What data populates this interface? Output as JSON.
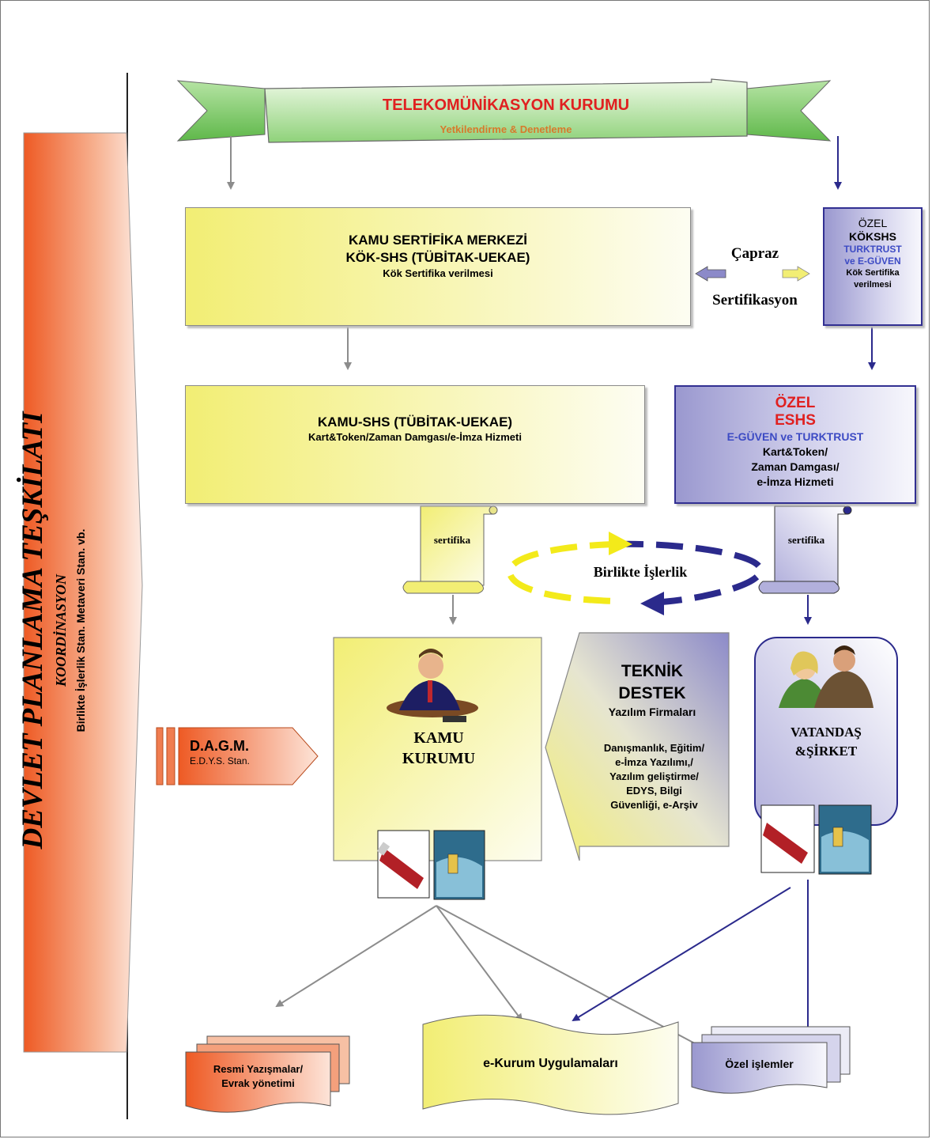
{
  "banner": {
    "title": "TELEKOMÜNİKASYON KURUMU",
    "subtitle": "Yetkilendirme & Denetleme"
  },
  "sidebar": {
    "title": "DEVLET PLANLAMA TEŞKİLATI",
    "subtitle": "KOORDİNASYON",
    "note": "Birlikte İşlerlik Stan.  Metaveri Stan. vb."
  },
  "kamu_sertifika_merkezi": {
    "line1": "KAMU SERTİFİKA MERKEZİ",
    "line2": "KÖK-SHS  (TÜBİTAK-UEKAE)",
    "line3": "Kök Sertifika verilmesi"
  },
  "capraz": {
    "line1": "Çapraz",
    "line2": "Sertifikasyon"
  },
  "ozel_kokshs": {
    "line1": "ÖZEL",
    "line2": "KÖKSHS",
    "line3": "TURKTRUST",
    "line4": "ve E-GÜVEN",
    "line5": "Kök Sertifika",
    "line6": "verilmesi"
  },
  "kamu_shs": {
    "line1": "KAMU-SHS (TÜBİTAK-UEKAE)",
    "line2": "Kart&Token/Zaman Damgası/e-İmza Hizmeti"
  },
  "ozel_eshs": {
    "line1": "ÖZEL",
    "line2": "ESHS",
    "line3": "E-GÜVEN ve TURKTRUST",
    "line4": "Kart&Token/",
    "line5": "Zaman Damgası/",
    "line6": "e-İmza Hizmeti"
  },
  "scroll_left": {
    "label": "sertifika"
  },
  "scroll_right": {
    "label": "sertifika"
  },
  "interop": {
    "label": "Birlikte İşlerlik"
  },
  "kamu_kurumu": {
    "line1": "KAMU",
    "line2": "KURUMU"
  },
  "teknik_destek": {
    "line1": "TEKNİK",
    "line2": "DESTEK",
    "line3": "Yazılım Firmaları",
    "line4": "Danışmanlık, Eğitim/",
    "line5": "e-İmza Yazılımı,/",
    "line6": "Yazılım geliştirme/",
    "line7": "EDYS, Bilgi",
    "line8": "Güvenliği, e-Arşiv"
  },
  "vatandas": {
    "line1": "VATANDAŞ",
    "line2": "&ŞİRKET"
  },
  "dagm": {
    "line1": "D.A.G.M.",
    "line2": "E.D.Y.S. Stan."
  },
  "outputs": {
    "resmi": {
      "line1": "Resmi Yazışmalar/",
      "line2": "Evrak yönetimi"
    },
    "ekurum": {
      "label": "e-Kurum Uygulamaları"
    },
    "ozel": {
      "label": "Özel işlemler"
    }
  },
  "colors": {
    "red": "#e02020",
    "navy": "#2b2a8c",
    "blue_text": "#3d4bc4",
    "orange_text": "#d77a2c",
    "grey_arrow": "#8c8c8c",
    "yellow": "#f2ee74",
    "sidebar_orange": "#ee5a24"
  }
}
